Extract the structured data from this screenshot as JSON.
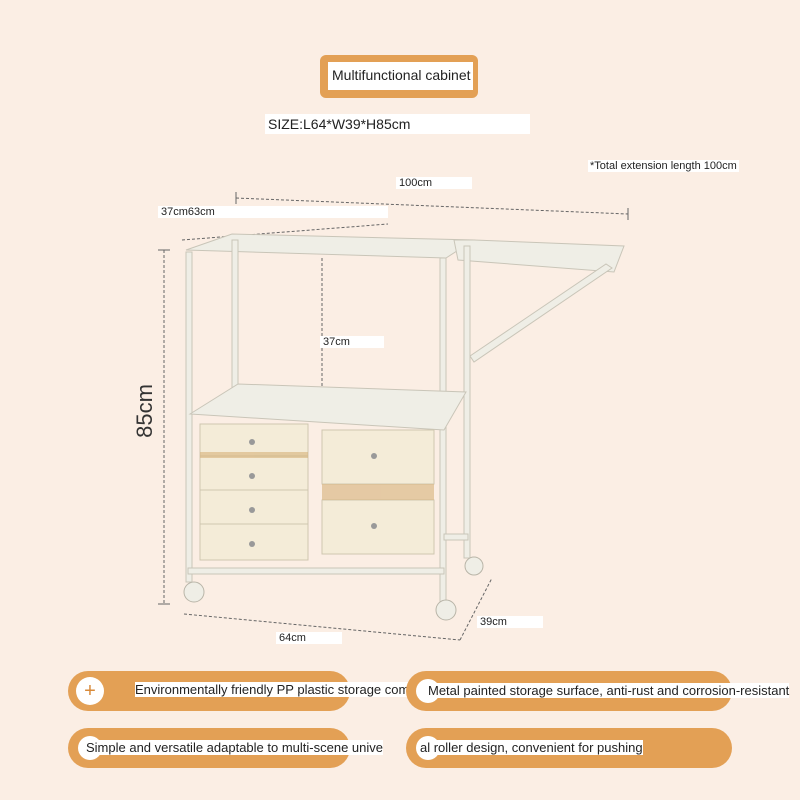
{
  "title": "Multifunctional cabinet",
  "size": "SIZE:L64*W39*H85cm",
  "note": "*Total extension length 100cm",
  "dimensions": {
    "total": "100cm",
    "top": "37cm63cm",
    "shelf_gap": "37cm",
    "height": "85cm",
    "length": "64cm",
    "width": "39cm"
  },
  "features": [
    "Environmentally friendly PP plastic storage compa",
    "Metal painted storage surface, anti-rust and corrosion-resistant",
    "Simple and versatile adaptable to multi-scene unive",
    "al roller design, convenient for pushing"
  ],
  "colors": {
    "background": "#fbeee4",
    "accent": "#e3a055",
    "frame": "#efeee6"
  },
  "icons": {
    "bullet": "plus-icon"
  }
}
